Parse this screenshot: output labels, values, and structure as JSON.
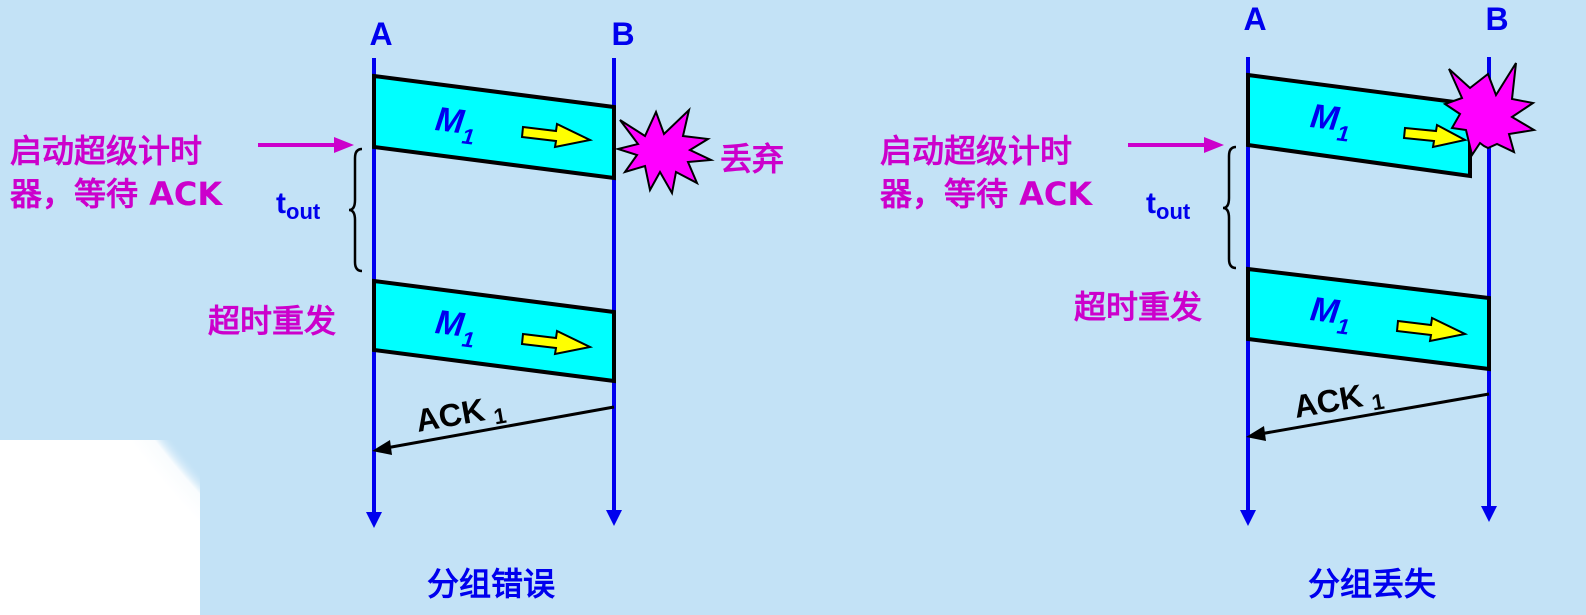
{
  "colors": {
    "background": "#c3e2f6",
    "timeline": "#0000ee",
    "frame_fill": "#00ffff",
    "frame_stroke": "#000000",
    "label_magenta": "#cc00cc",
    "burst_fill": "#ff00ff",
    "arrow_fill": "#ffff00",
    "ack_color": "#000000"
  },
  "panels": [
    {
      "id": "packet-error",
      "caption": "分组错误",
      "node_a": "A",
      "node_b": "B",
      "start_timer_line1": "启动超级计时",
      "start_timer_line2": "器，等待 ACK",
      "timeout_label": "t",
      "timeout_sub": "out",
      "retransmit_label": "超时重发",
      "frame_label": "M",
      "frame_sub": "1",
      "discard_label": "丢弃",
      "ack_label": "ACK",
      "ack_sub": "1"
    },
    {
      "id": "packet-loss",
      "caption": "分组丢失",
      "node_a": "A",
      "node_b": "B",
      "start_timer_line1": "启动超级计时",
      "start_timer_line2": "器，等待 ACK",
      "timeout_label": "t",
      "timeout_sub": "out",
      "retransmit_label": "超时重发",
      "frame_label": "M",
      "frame_sub": "1",
      "ack_label": "ACK",
      "ack_sub": "1"
    }
  ]
}
